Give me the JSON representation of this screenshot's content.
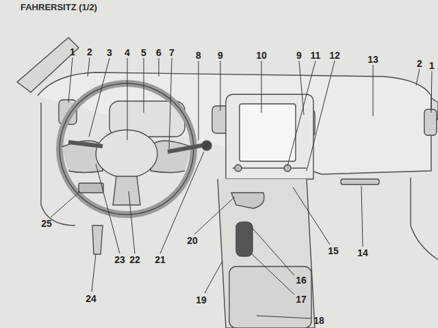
{
  "diagram": {
    "title": "FAHRERSITZ (1/2)",
    "labels": [
      "1",
      "2",
      "3",
      "4",
      "5",
      "6",
      "7",
      "8",
      "9",
      "10",
      "9",
      "11",
      "12",
      "13",
      "2",
      "1",
      "25",
      "23",
      "22",
      "21",
      "20",
      "15",
      "14",
      "16",
      "17",
      "19",
      "24",
      "18"
    ]
  }
}
